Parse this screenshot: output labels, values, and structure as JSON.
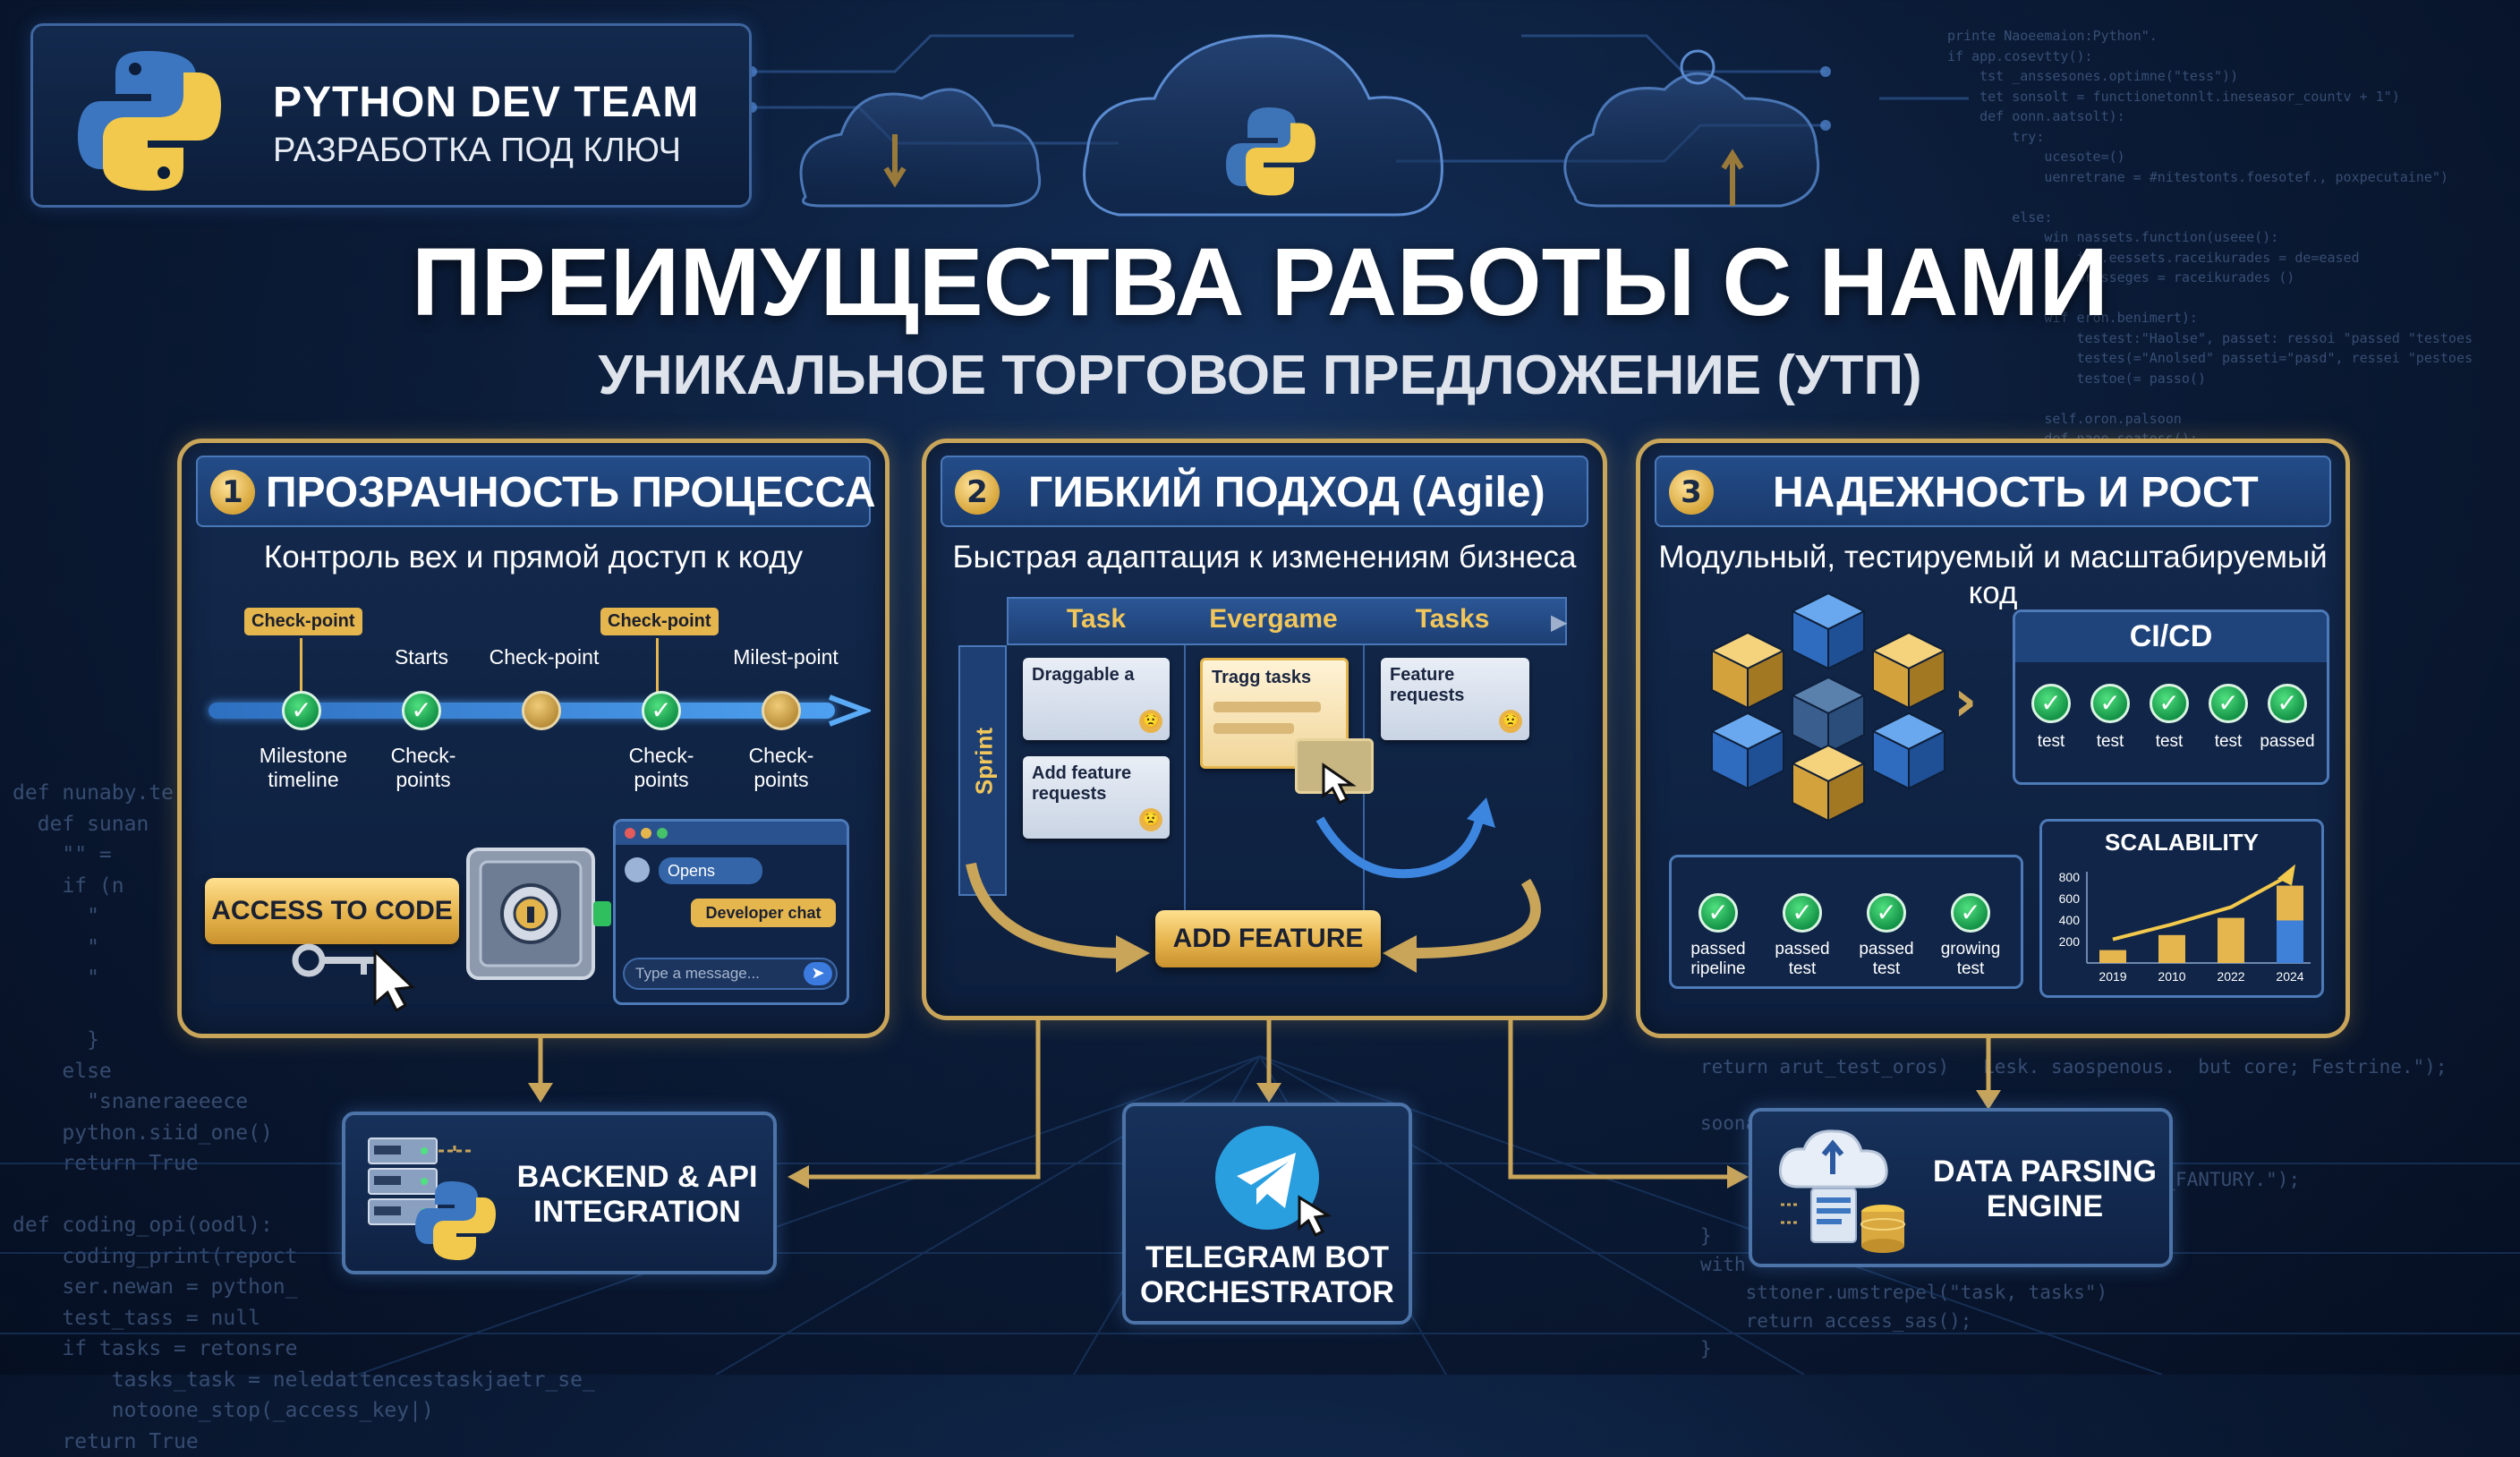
{
  "brand": {
    "name": "PYTHON DEV TEAM",
    "tagline": "РАЗРАБОТКА ПОД КЛЮЧ"
  },
  "headline": {
    "title": "ПРЕИМУЩЕСТВА РАБОТЫ С НАМИ",
    "subtitle": "УНИКАЛЬНОЕ ТОРГОВОЕ ПРЕДЛОЖЕНИЕ (УТП)"
  },
  "cards": [
    {
      "number": "1",
      "title": "ПРОЗРАЧНОСТЬ ПРОЦЕССА",
      "subtitle": "Контроль вех и прямой доступ к коду",
      "timeline": {
        "tags": [
          "Check-point",
          "Check-point"
        ],
        "top_labels": [
          "Starts",
          "Check-point",
          "Milest-point"
        ],
        "bottom_labels": [
          "Milestone\ntimeline",
          "Check-\npoints",
          "Check-\npoints",
          "Check-\npoints"
        ]
      },
      "access_button": "ACCESS TO CODE",
      "chat": {
        "opens": "Opens",
        "developer_chat": "Developer chat",
        "input_placeholder": "Type a message..."
      }
    },
    {
      "number": "2",
      "title": "ГИБКИЙ ПОДХОД (Agile)",
      "subtitle": "Быстрая адаптация к изменениям бизнеса",
      "board": {
        "columns": [
          "Task",
          "Evergame",
          "Tasks"
        ],
        "row_label": "Sprint",
        "cards": [
          "Draggable a",
          "Add feature\nrequests",
          "Tragg tasks",
          "Feature\nrequests"
        ]
      },
      "add_button": "ADD FEATURE"
    },
    {
      "number": "3",
      "title": "НАДЕЖНОСТЬ И РОСТ",
      "subtitle": "Модульный, тестируемый и масштабируемый код",
      "cicd": {
        "title": "CI/CD",
        "steps": [
          "test",
          "test",
          "test",
          "test",
          "passed"
        ]
      },
      "pipeline": {
        "steps": [
          "passed\nripeline",
          "passed\ntest",
          "passed\ntest",
          "growing\ntest"
        ]
      },
      "scalability": {
        "title": "SCALABILITY",
        "y_ticks": [
          "800",
          "600",
          "400",
          "200"
        ],
        "x_ticks": [
          "2019",
          "2010",
          "2022",
          "2024"
        ],
        "values": [
          120,
          260,
          420,
          720
        ]
      }
    }
  ],
  "modules": {
    "backend": "BACKEND & API\nINTEGRATION",
    "telegram": "TELEGRAM BOT\nORCHESTRATOR",
    "parsing": "DATA PARSING\nENGINE"
  },
  "code_left": "def nunaby.te\n  def sunan\n    \"\" = \n    if (n\n      \"\n      \"\n      \"\n\n      }\n    else\n      \"snaneraeeece\n    python.siid_one()\n    return True\n\ndef coding_opi(oodl):\n    coding_print(repoct\n    ser.newan = python_\n    test_tass = null\n    if tasks = retonsre\n        tasks_task = neledattencestaskjaetr_se_\n        notoone_stop(_access_key|)\n    return True",
  "code_right_top": "printe Naoeemaion:Python\".\nif app.cosevtty():\n    tst _anssesones.optimne(\"tess\"))\n    tet sonsolt = functionetonnlt.ineseasor_countv + 1\")\n    def oonn.aatsolt):\n        try:\n            ucesote=()\n            uenretrane = #nitestonts.foesotef., poxpecutaine\")\n\n        else:\n            win nassets.function(useee():\n                id .eessets.raceikurades = de=eased\n                prosseges = raceikurades ()\n\n            wif eron.benimert):\n                testest:\"Haolse\", passet: ressoi \"passed \"testoes\n                testes(=\"Anolsed\" passeti=\"pasd\", ressei \"pestoes\n                testoe(= passo()\n\n            self.oron.palsoon\n            def naoo.seatoss():\n                solotoon nasoet(\"feature\"request\")\n                passion_naaa=()\n                self.promeade=\"Passecl\"\n                scenoon=+9vetj",
  "code_right_bottom": "return arut_test_oros)   Lesk. saospenous.  but core; Festrine.\");\n\nsoonat:te\";\n\n                        de;' \"SCALABILITY_FANTURY.\");\n\n}\nwith\n    sttoner.umstrepel(\"task, tasks\")\n    return access_sas();\n}"
}
